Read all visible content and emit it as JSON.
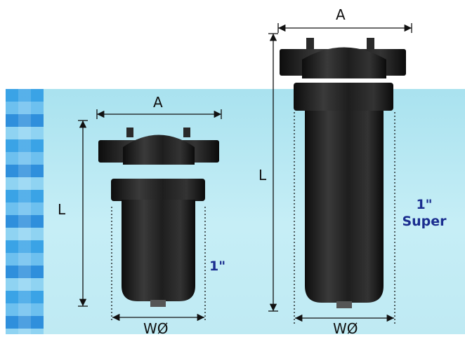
{
  "filters": [
    {
      "model": "1\"",
      "dimension_labels": {
        "width_across": "A",
        "length": "L",
        "diameter": "WØ"
      }
    },
    {
      "model_line1": "1\"",
      "model_line2": "Super",
      "dimension_labels": {
        "width_across": "A",
        "length": "L",
        "diameter": "WØ"
      }
    }
  ],
  "colors": {
    "background_band": "#bfeaf3",
    "mosaic": "#3aa3e6",
    "filter_body": "#1c1c1c",
    "model_text": "#1a2d8f",
    "dimension_lines": "#111111"
  }
}
